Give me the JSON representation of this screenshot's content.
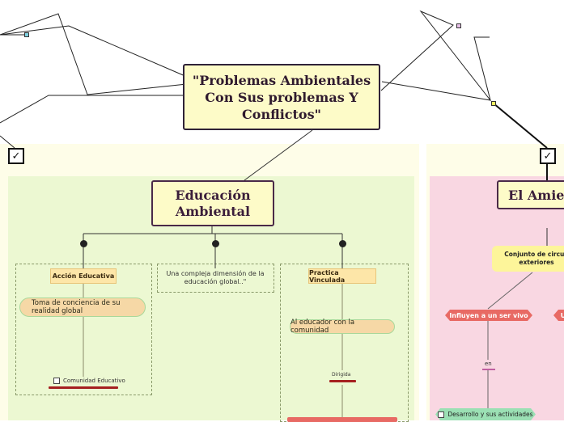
{
  "central": {
    "title": "\"Problemas Ambientales Con Sus problemas Y Conflictos\""
  },
  "left_branch": {
    "title": "Educación Ambiental",
    "children": [
      {
        "label": "Acción Educativa",
        "detail": "Toma de conciencia de su realidad global",
        "leaf": "Comunidad Educativo"
      },
      {
        "label": "Una compleja dimensión de la educación global..\""
      },
      {
        "label": "Practica Vinculada",
        "detail": "Al educador con la comunidad",
        "connector": "Dirigida"
      }
    ]
  },
  "right_branch": {
    "title": "El Amie",
    "definition": "Conjunto  de circun exteriores",
    "tag_left": "Influyen a un ser vivo",
    "tag_right": "U",
    "connector": "en",
    "leaf": "Desarrollo y sus actividades"
  },
  "colors": {
    "yellow_panel": "#fefde8",
    "green_panel": "#ecf8d2",
    "pink_panel": "#f9d7e2",
    "node_fill": "#fdfbc8",
    "accent_red": "#a52020"
  }
}
